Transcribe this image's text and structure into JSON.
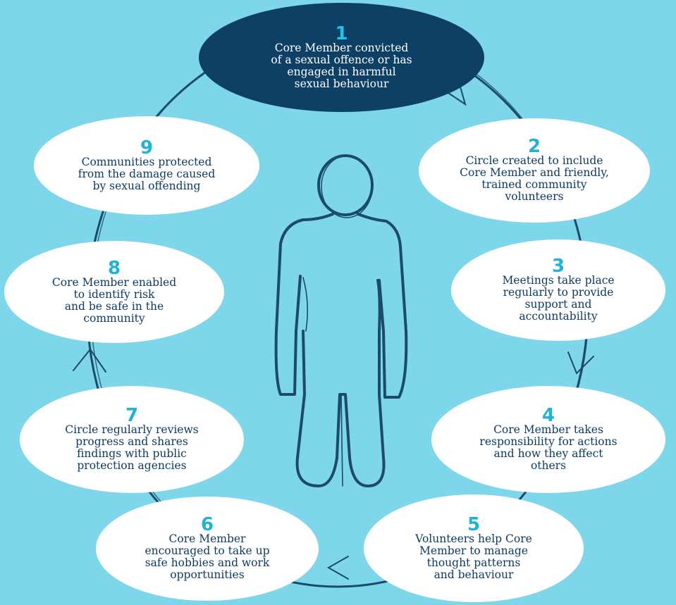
{
  "colors": {
    "background": "#7dd6e9",
    "node_fill": "#ffffff",
    "highlight_fill": "#0e4065",
    "number": "#1fb3d6",
    "text": "#0e3b60",
    "stroke": "#1b4a6b"
  },
  "figure_icon": "person-outline-icon",
  "steps": [
    {
      "number": "1",
      "text": "Core Member convicted\nof a sexual offence or has\nengaged in harmful\nsexual behaviour"
    },
    {
      "number": "2",
      "text": "Circle created to include\nCore Member and friendly,\ntrained community\nvolunteers"
    },
    {
      "number": "3",
      "text": "Meetings take place\nregularly to provide\nsupport and\naccountability"
    },
    {
      "number": "4",
      "text": "Core Member takes\nresponsibility for actions\nand how they affect\nothers"
    },
    {
      "number": "5",
      "text": "Volunteers help Core\nMember to manage\nthought patterns\nand behaviour"
    },
    {
      "number": "6",
      "text": "Core Member\nencouraged to take up\nsafe hobbies and work\nopportunities"
    },
    {
      "number": "7",
      "text": "Circle regularly reviews\nprogress and shares\nfindings with public\nprotection agencies"
    },
    {
      "number": "8",
      "text": "Core Member enabled\nto identify risk\nand be safe in the\ncommunity"
    },
    {
      "number": "9",
      "text": "Communities protected\nfrom the damage caused\nby sexual offending"
    }
  ]
}
